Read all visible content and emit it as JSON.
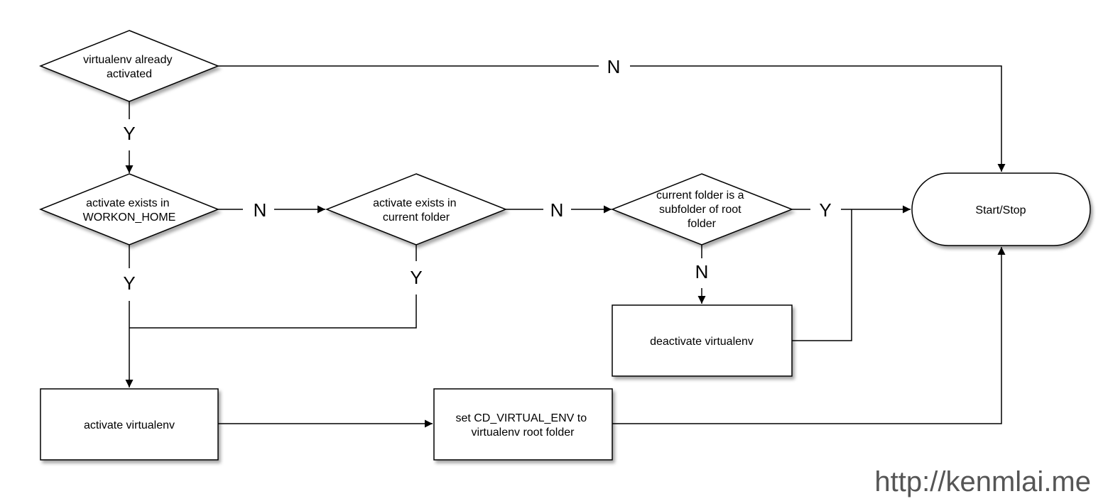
{
  "nodes": {
    "virtualenv_activated": {
      "lines": [
        "virtualenv already",
        "activated"
      ],
      "shape": "diamond"
    },
    "workon_home": {
      "lines": [
        "activate exists in",
        "WORKON_HOME"
      ],
      "shape": "diamond"
    },
    "current_folder": {
      "lines": [
        "activate exists in",
        "current folder"
      ],
      "shape": "diamond"
    },
    "subfolder": {
      "lines": [
        "current folder is a",
        "subfolder of root",
        "folder"
      ],
      "shape": "diamond"
    },
    "start_stop": {
      "lines": [
        "Start/Stop"
      ],
      "shape": "terminal"
    },
    "deactivate": {
      "lines": [
        "deactivate virtualenv"
      ],
      "shape": "process"
    },
    "activate": {
      "lines": [
        "activate virtualenv"
      ],
      "shape": "process"
    },
    "set_env": {
      "lines": [
        "set CD_VIRTUAL_ENV to",
        "virtualenv root folder"
      ],
      "shape": "process"
    }
  },
  "edge_labels": {
    "top_n": "N",
    "first_y": "Y",
    "workon_n": "N",
    "workon_y": "Y",
    "current_n": "N",
    "current_y": "Y",
    "subfolder_y": "Y",
    "subfolder_n": "N"
  },
  "watermark": "http://kenmlai.me"
}
